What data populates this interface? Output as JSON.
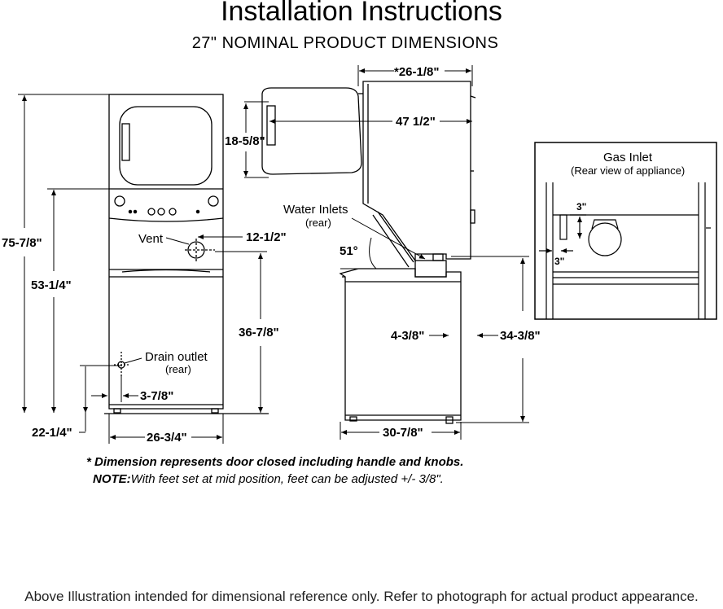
{
  "title": "Installation Instructions",
  "subtitle": "27\" NOMINAL PRODUCT DIMENSIONS",
  "front_view": {
    "overall_height": "75-7/8\"",
    "door_height": "18-5/8\"",
    "washer_lid_height": "53-1/4\"",
    "vent_height": "36-7/8\"",
    "vent_offset": "12-1/2\"",
    "vent_label": "Vent",
    "drain_label": "Drain outlet",
    "drain_sublabel": "(rear)",
    "drain_height": "22-1/4\"",
    "drain_offset": "3-7/8\"",
    "width": "26-3/4\""
  },
  "side_view": {
    "dryer_depth": "*26-1/8\"",
    "door_open_depth": "47 1/2\"",
    "water_inlets_label": "Water Inlets",
    "water_inlets_sublabel": "(rear)",
    "lid_angle": "51°",
    "inlet_offset": "4-3/8\"",
    "inlet_height": "34-3/8\"",
    "washer_depth": "30-7/8\""
  },
  "gas_inlet": {
    "title": "Gas Inlet",
    "subtitle": "(Rear view of appliance)",
    "vertical_offset": "3\"",
    "horizontal_offset": "3\""
  },
  "notes": {
    "asterisk_note": "* Dimension represents door closed including handle and knobs.",
    "note_label": "NOTE:",
    "note_text": "With feet set at mid position, feet can be adjusted +/- 3/8\"."
  },
  "disclaimer": "Above Illustration intended for dimensional reference only. Refer to photograph for actual product appearance."
}
